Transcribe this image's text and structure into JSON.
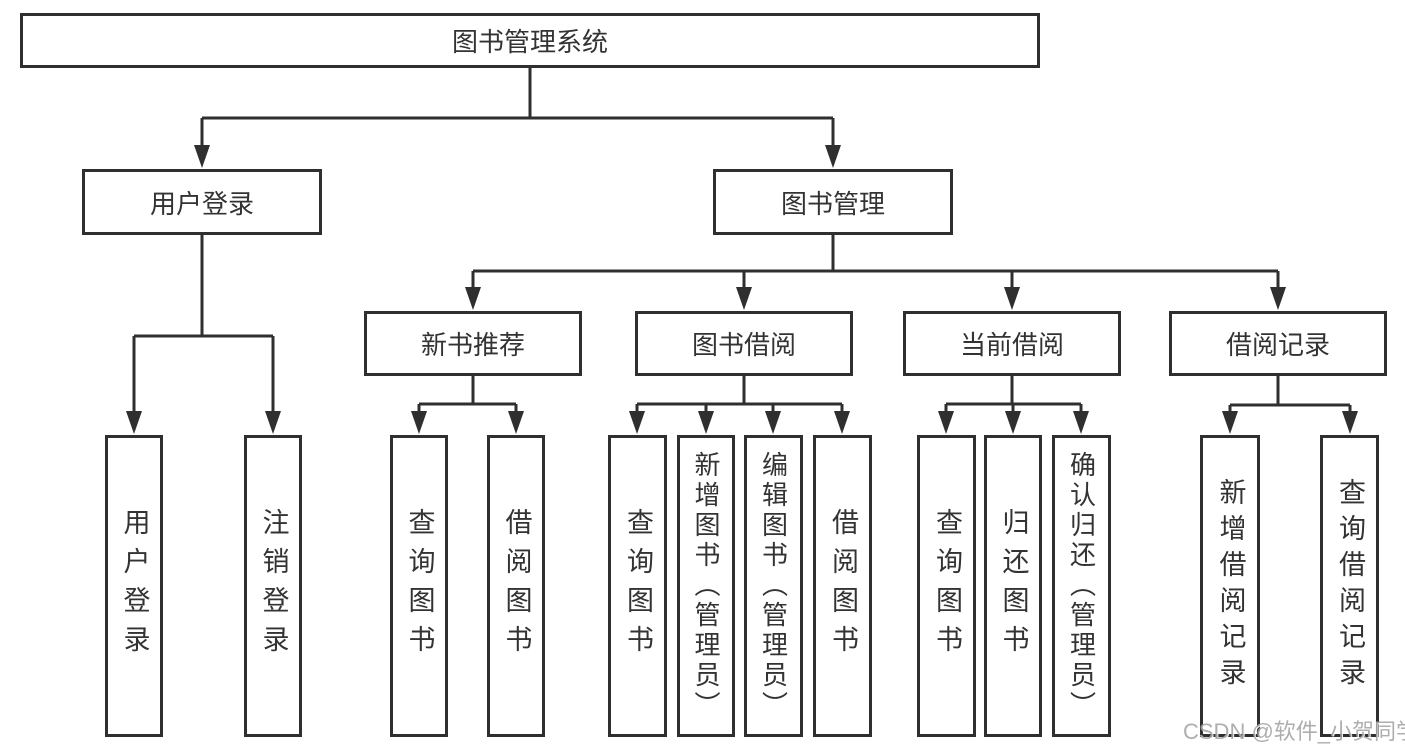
{
  "colors": {
    "background": "#ffffff",
    "box_border": "#2f2f2f",
    "line": "#2f2f2f",
    "text": "#333333",
    "watermark": "#a6a6a6"
  },
  "tree": {
    "root": {
      "label": "图书管理系统"
    },
    "branches": [
      {
        "label": "用户登录",
        "children": [
          {
            "label": "用户登录"
          },
          {
            "label": "注销登录"
          }
        ]
      },
      {
        "label": "图书管理",
        "children": [
          {
            "label": "新书推荐",
            "children": [
              {
                "label": "查询图书"
              },
              {
                "label": "借阅图书"
              }
            ]
          },
          {
            "label": "图书借阅",
            "children": [
              {
                "label": "查询图书"
              },
              {
                "label": "新增图书（管理员）"
              },
              {
                "label": "编辑图书（管理员）"
              },
              {
                "label": "借阅图书"
              }
            ]
          },
          {
            "label": "当前借阅",
            "children": [
              {
                "label": "查询图书"
              },
              {
                "label": "归还图书"
              },
              {
                "label": "确认归还（管理员）"
              }
            ]
          },
          {
            "label": "借阅记录",
            "children": [
              {
                "label": "新增借阅记录"
              },
              {
                "label": "查询借阅记录"
              }
            ]
          }
        ]
      }
    ]
  },
  "watermark": {
    "text": "CSDN @软件_小贺同学"
  }
}
